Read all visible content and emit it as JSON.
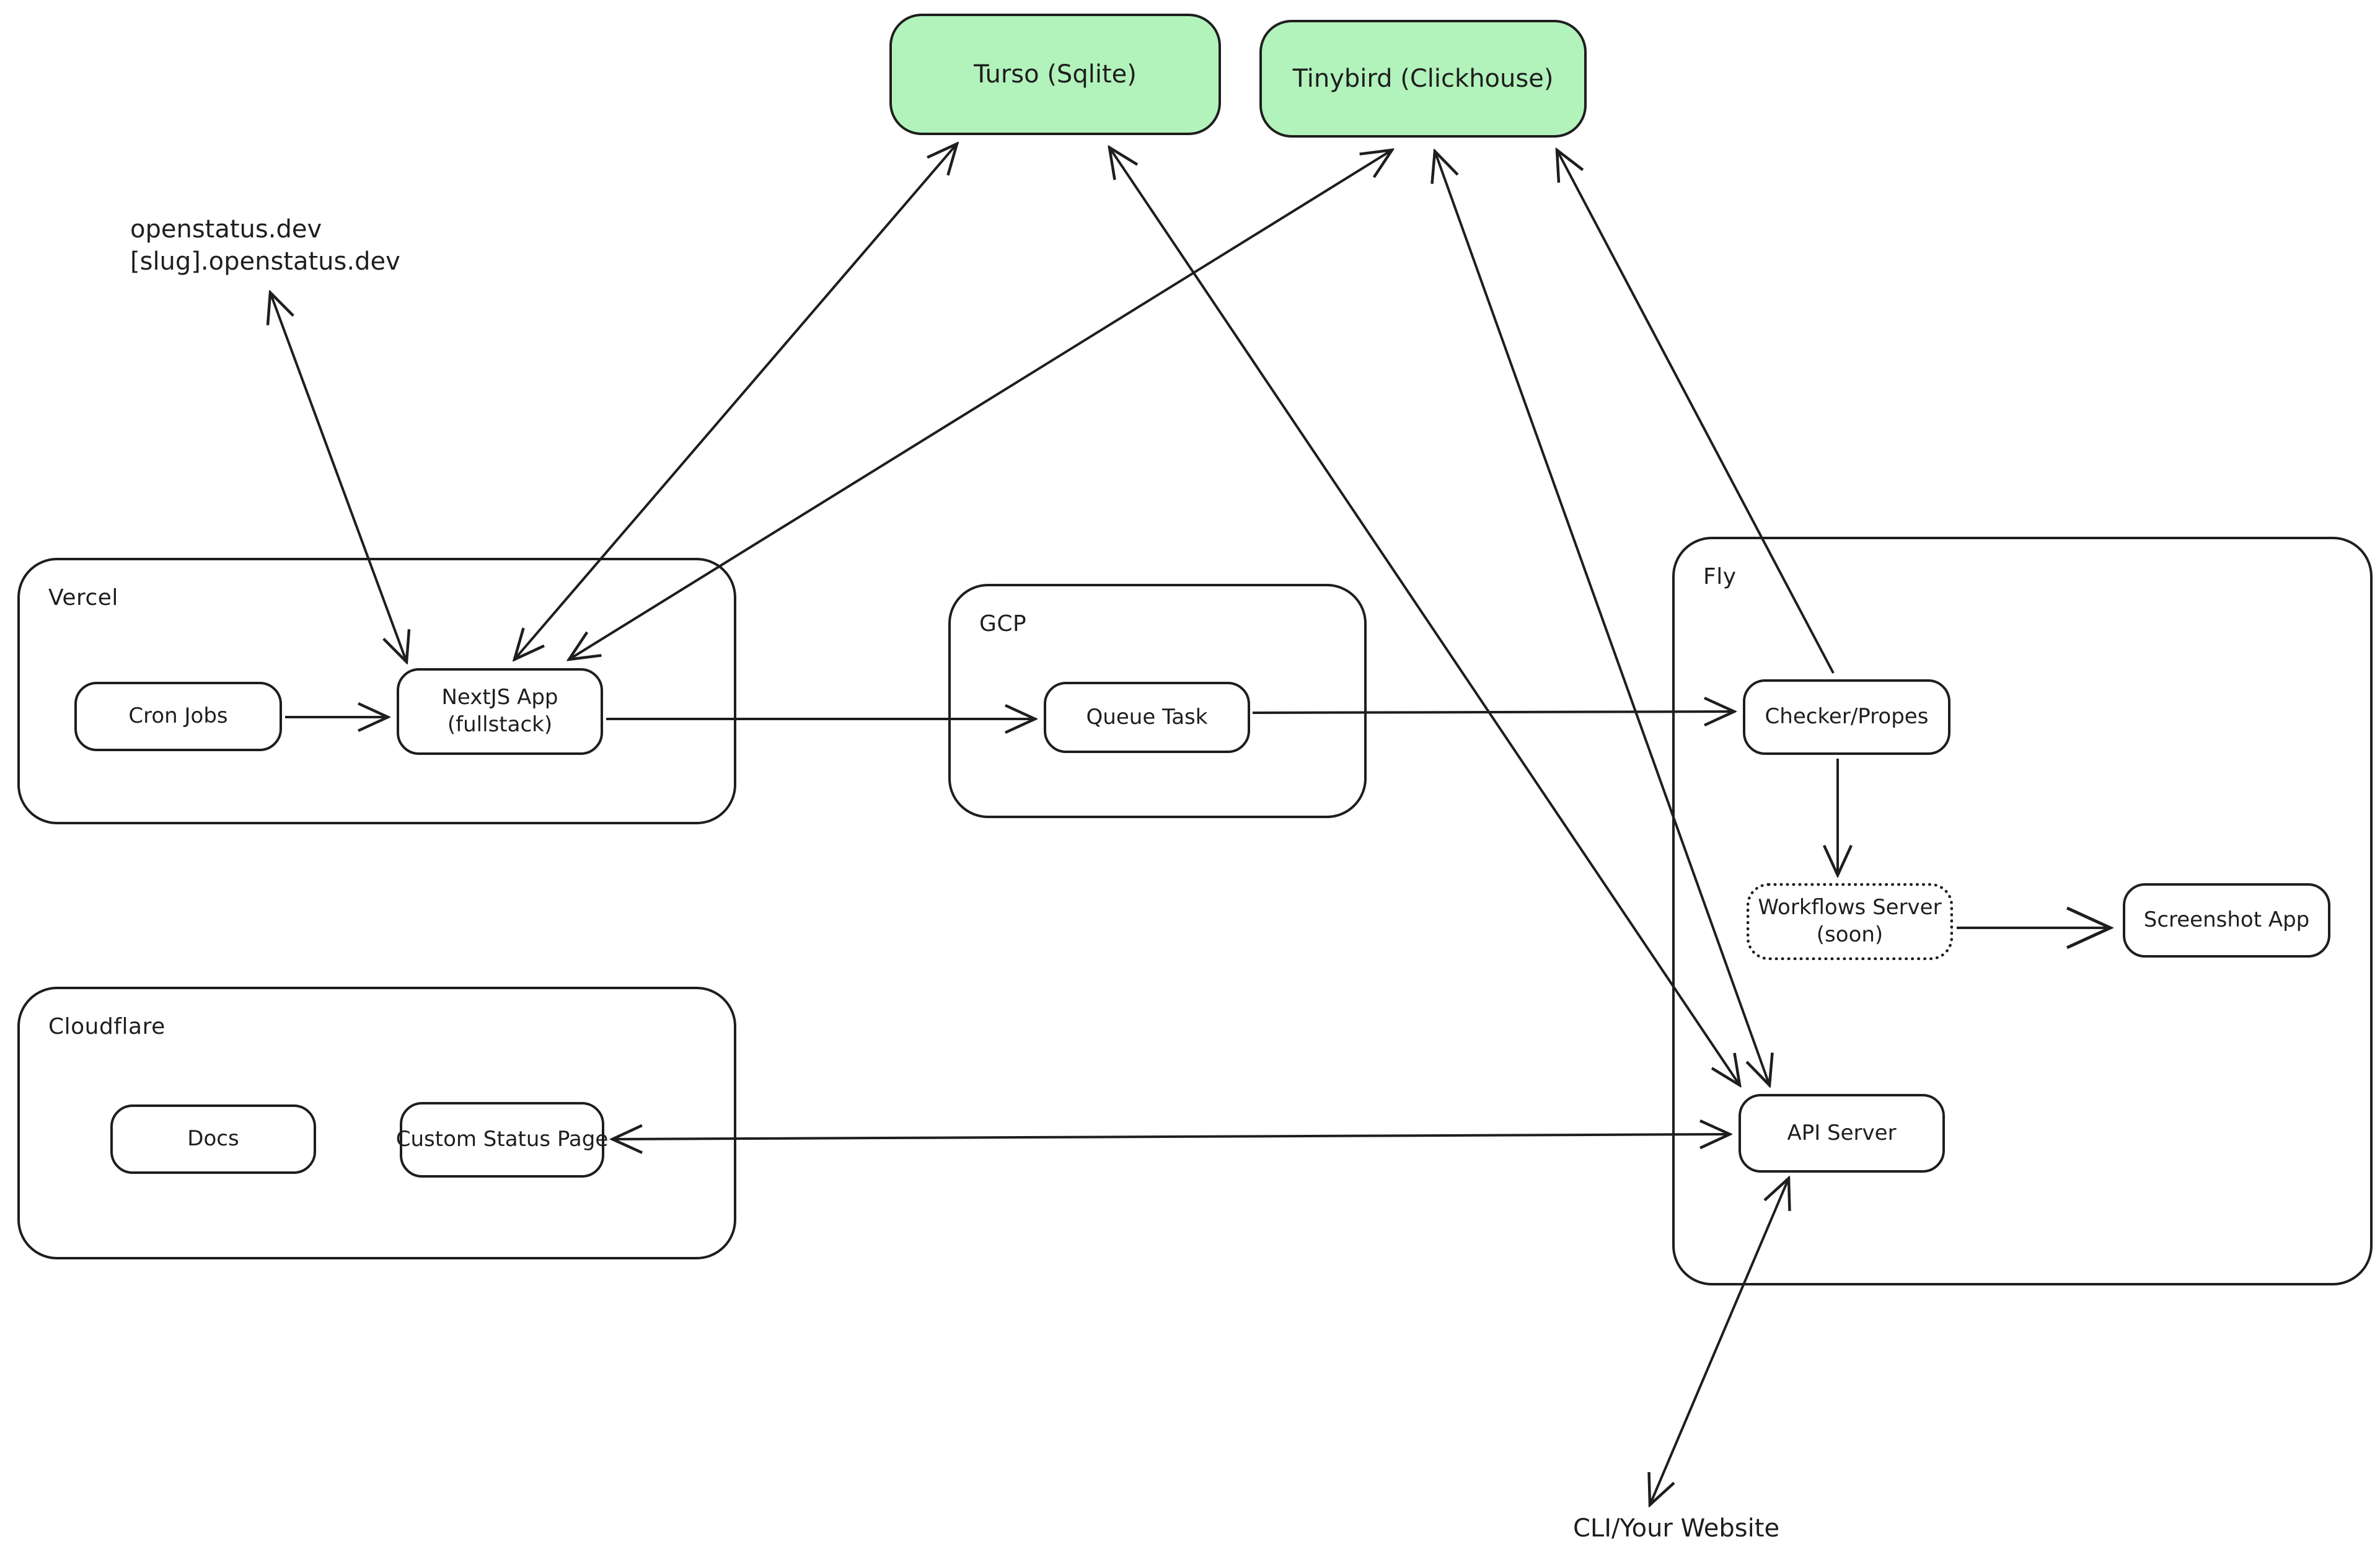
{
  "canvas": {
    "background": "#ffffff",
    "stroke_color": "#1e1e1e",
    "db_fill_color": "#b2f2bb"
  },
  "databases": {
    "turso": {
      "label": "Turso (Sqlite)"
    },
    "tinybird": {
      "label": "Tinybird (Clickhouse)"
    }
  },
  "groups": {
    "vercel": {
      "label": "Vercel"
    },
    "gcp": {
      "label": "GCP"
    },
    "fly": {
      "label": "Fly"
    },
    "cloudflare": {
      "label": "Cloudflare"
    }
  },
  "nodes": {
    "cron_jobs": {
      "label": "Cron Jobs"
    },
    "nextjs_app": {
      "line1": "NextJS App",
      "line2": "(fullstack)"
    },
    "queue_task": {
      "label": "Queue Task"
    },
    "checker": {
      "label": "Checker/Propes"
    },
    "workflows_server": {
      "line1": "Workflows Server",
      "line2": "(soon)"
    },
    "screenshot_app": {
      "label": "Screenshot App"
    },
    "api_server": {
      "label": "API Server"
    },
    "docs": {
      "label": "Docs"
    },
    "custom_status_page": {
      "label": "Custom Status Page"
    }
  },
  "annotations": {
    "domains": {
      "line1": "openstatus.dev",
      "line2": "[slug].openstatus.dev"
    },
    "cli": {
      "label": "CLI/Your Website"
    }
  },
  "edges": [
    {
      "name": "cron-jobs-to-nextjs-app",
      "from": "cron_jobs",
      "to": "nextjs_app",
      "direction": "uni"
    },
    {
      "name": "nextjs-app-to-queue-task",
      "from": "nextjs_app",
      "to": "queue_task",
      "direction": "uni"
    },
    {
      "name": "queue-task-to-checker",
      "from": "queue_task",
      "to": "checker",
      "direction": "uni"
    },
    {
      "name": "checker-to-workflows-server",
      "from": "checker",
      "to": "workflows_server",
      "direction": "uni"
    },
    {
      "name": "workflows-server-to-screenshot-app",
      "from": "workflows_server",
      "to": "screenshot_app",
      "direction": "uni"
    },
    {
      "name": "api-server-custom-status-page",
      "from": "api_server",
      "to": "custom_status_page",
      "direction": "bi"
    },
    {
      "name": "domains-nextjs-app",
      "from": "nextjs_app",
      "to": "domains",
      "direction": "bi"
    },
    {
      "name": "nextjs-app-turso",
      "from": "nextjs_app",
      "to": "turso",
      "direction": "bi"
    },
    {
      "name": "nextjs-app-tinybird",
      "from": "nextjs_app",
      "to": "tinybird",
      "direction": "bi"
    },
    {
      "name": "api-server-turso",
      "from": "api_server",
      "to": "turso",
      "direction": "bi"
    },
    {
      "name": "api-server-tinybird",
      "from": "api_server",
      "to": "tinybird",
      "direction": "bi"
    },
    {
      "name": "checker-to-tinybird",
      "from": "checker",
      "to": "tinybird",
      "direction": "uni"
    },
    {
      "name": "api-server-cli",
      "from": "api_server",
      "to": "cli",
      "direction": "bi"
    }
  ]
}
